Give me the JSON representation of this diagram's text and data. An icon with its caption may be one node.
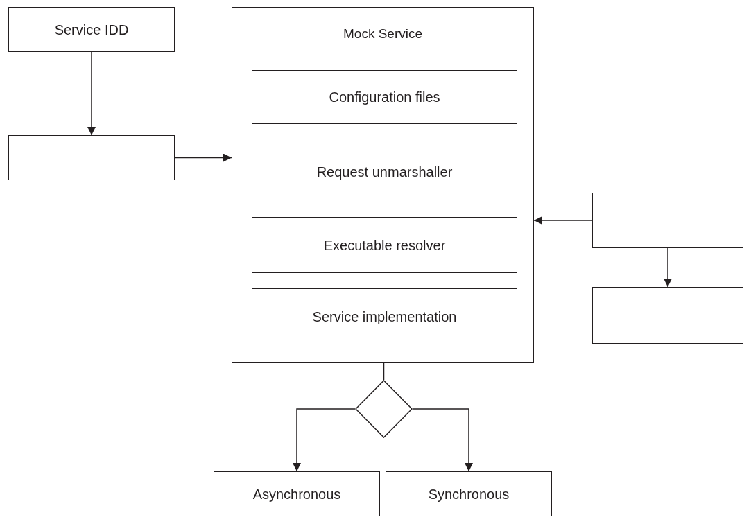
{
  "diagram": {
    "nodes": [
      {
        "text": [
          "Service IDD"
        ]
      },
      {
        "text": [],
        "shape": "box"
      },
      {
        "text": [
          "Mock Service"
        ]
      },
      {
        "text": [
          "Configuration files"
        ],
        "in": 2
      },
      {
        "text": [
          "Request unmarshaller"
        ],
        "in": 2
      },
      {
        "text": [
          "Executable resolver"
        ],
        "in": 2
      },
      {
        "text": [
          "Service implementation"
        ],
        "in": 2
      },
      {
        "text": [],
        "shape": "diamond"
      },
      {
        "text": [
          "Asynchronous"
        ]
      },
      {
        "text": [
          "Synchronous"
        ]
      },
      {
        "text": [],
        "shape": "box"
      },
      {
        "text": [],
        "shape": "box"
      }
    ],
    "edges": [
      {
        "from": 0,
        "to": 1,
        "arrow": "to"
      },
      {
        "from": 1,
        "to": 2,
        "arrow": "to"
      },
      {
        "from": 10,
        "to": 2,
        "arrow": "to"
      },
      {
        "from": 10,
        "to": 11,
        "arrow": "to"
      },
      {
        "from": 6,
        "to": 7,
        "arrow": "none"
      },
      {
        "from": 7,
        "to": 8,
        "arrow": "to"
      },
      {
        "from": 7,
        "to": 9,
        "arrow": "to"
      }
    ]
  }
}
